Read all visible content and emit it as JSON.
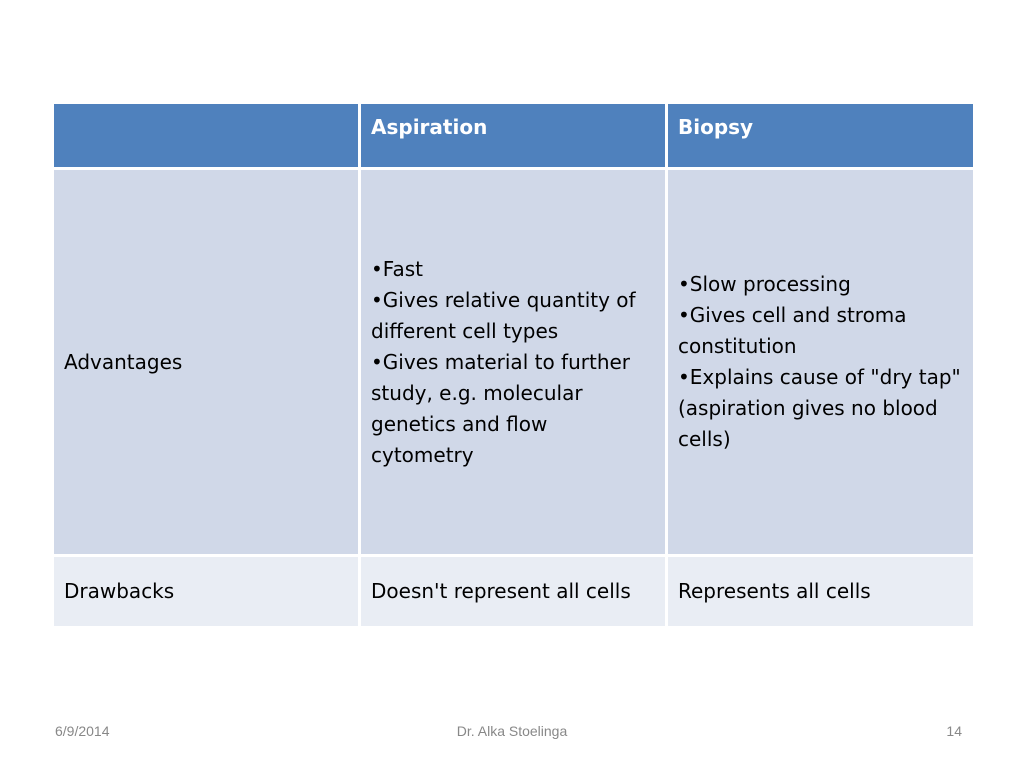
{
  "table": {
    "headers": [
      "",
      "Aspiration",
      "Biopsy"
    ],
    "rows": [
      {
        "label": "Advantages",
        "aspiration": [
          "Fast",
          "Gives relative quantity of different cell types",
          "Gives material to further study, e.g. molecular genetics and flow cytometry"
        ],
        "biopsy": [
          "Slow processing",
          "Gives cell and stroma constitution",
          "Explains cause of \"dry tap\" (aspiration gives no blood cells)"
        ]
      },
      {
        "label": "Drawbacks",
        "aspiration": "Doesn't represent all cells",
        "biopsy": "Represents all cells"
      }
    ]
  },
  "footer": {
    "date": "6/9/2014",
    "author": "Dr. Alka Stoelinga",
    "page": "14"
  },
  "colors": {
    "header_bg": "#4f81bd",
    "advantages_bg": "#d0d8e8",
    "drawbacks_bg": "#e9edf4"
  }
}
